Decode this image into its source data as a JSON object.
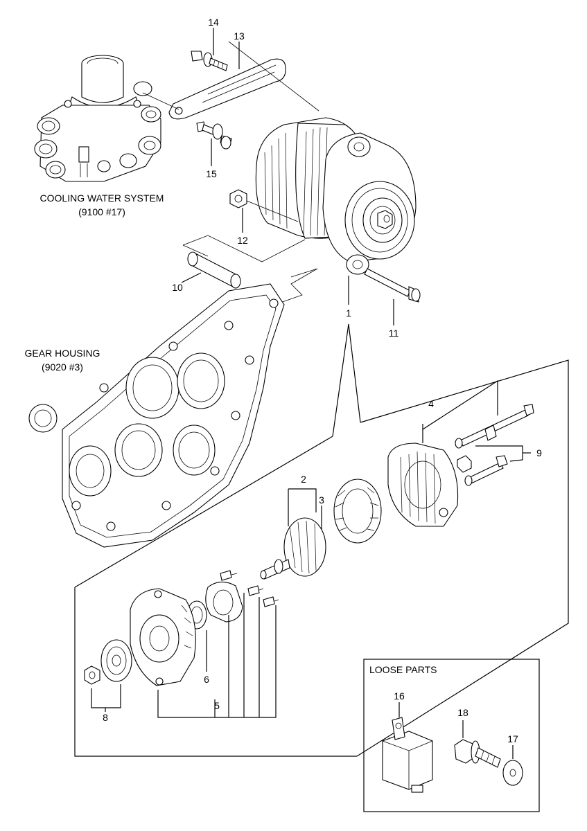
{
  "sections": {
    "cooling_water_system": {
      "title": "COOLING WATER SYSTEM",
      "ref": "(9100 #17)"
    },
    "gear_housing": {
      "title": "GEAR HOUSING",
      "ref": "(9020 #3)"
    },
    "loose_parts": {
      "title": "LOOSE PARTS"
    }
  },
  "callouts": {
    "c1": "1",
    "c2": "2",
    "c3": "3",
    "c4": "4",
    "c5": "5",
    "c6": "6",
    "c8": "8",
    "c9": "9",
    "c10": "10",
    "c11": "11",
    "c12": "12",
    "c13": "13",
    "c14": "14",
    "c15": "15",
    "c16": "16",
    "c17": "17",
    "c18": "18"
  }
}
